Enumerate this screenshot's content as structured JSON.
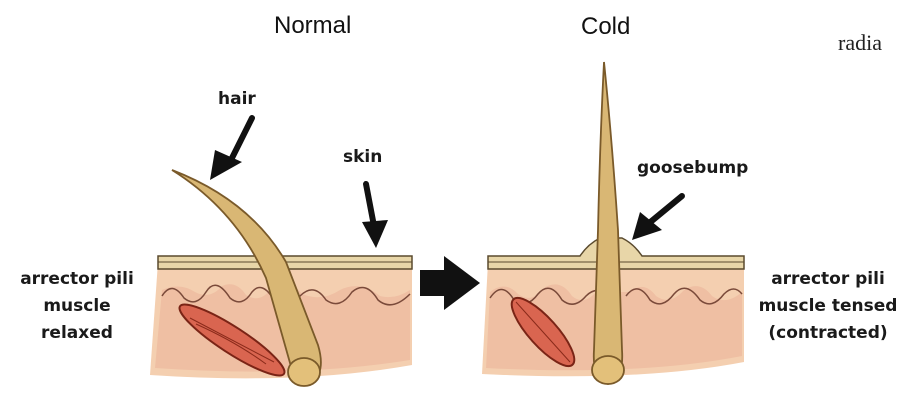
{
  "headers": {
    "normal": "Normal",
    "cold": "Cold",
    "cut_off": "radia"
  },
  "labels": {
    "hair": "hair",
    "skin": "skin",
    "goosebump": "goosebump",
    "left_caption": [
      "arrector pili",
      "muscle",
      "relaxed"
    ],
    "right_caption": [
      "arrector pili",
      "muscle tensed",
      "(contracted)"
    ]
  },
  "colors": {
    "skin_fill": "#f4cfb0",
    "dermis_fill": "#efbfa3",
    "epidermis_line": "#5a4a2e",
    "hair_fill": "#d9b774",
    "hair_stroke": "#7a5a2a",
    "muscle_fill": "#d96550",
    "muscle_stroke": "#7a2416",
    "arrow": "#111111"
  },
  "icons": [
    "hair-pointer-arrow",
    "skin-pointer-arrow",
    "goosebump-pointer-arrow",
    "transition-arrow"
  ]
}
